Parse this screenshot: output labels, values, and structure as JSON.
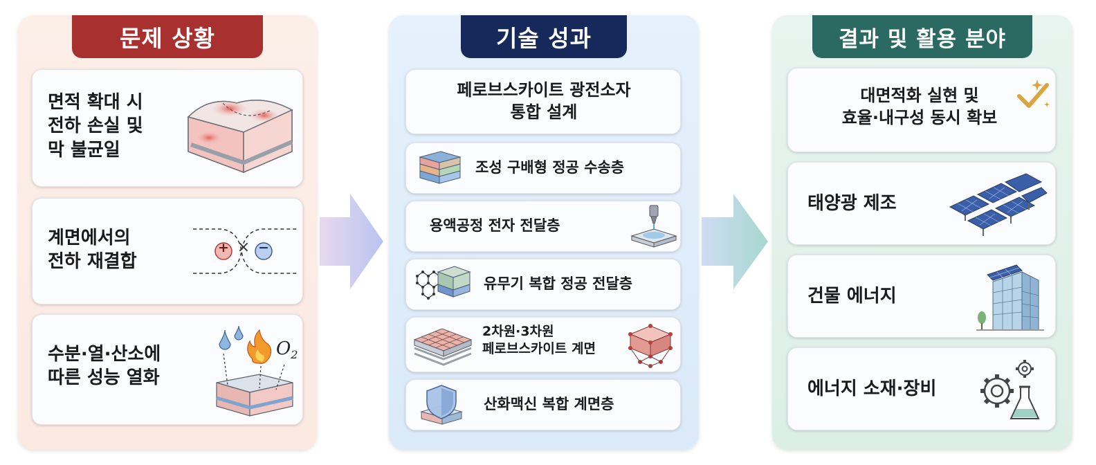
{
  "panels": {
    "problem": {
      "title": "문제 상황",
      "items": [
        {
          "line1": "면적 확대 시",
          "line2": "전하 손실 및",
          "line3": "막 불균일"
        },
        {
          "line1": "계면에서의",
          "line2": "전하 재결합"
        },
        {
          "line1": "수분·열·산소에",
          "line2": "따른 성능 열화"
        }
      ],
      "o2_label": "O",
      "o2_sub": "2",
      "plus": "+",
      "minus": "−",
      "cross": "×"
    },
    "tech": {
      "title": "기술 성과",
      "header": {
        "line1": "페로브스카이트 광전소자",
        "line2": "통합 설계"
      },
      "items": [
        {
          "label": "조성 구배형 정공 수송층"
        },
        {
          "label": "용액공정 전자 전달층"
        },
        {
          "label": "유무기 복합 정공 전달층"
        },
        {
          "line1": "2차원·3차원",
          "line2": "페로브스카이트 계면"
        },
        {
          "label": "산화맥신 복합 계면층"
        }
      ]
    },
    "result": {
      "title": "결과 및 활용 분야",
      "header": {
        "line1": "대면적화 실현 및",
        "line2": "효율·내구성 동시 확보"
      },
      "items": [
        {
          "label": "태양광 제조"
        },
        {
          "label": "건물 에너지"
        },
        {
          "label": "에너지 소재·장비"
        }
      ]
    }
  },
  "colors": {
    "problem_accent": "#a8302e",
    "tech_accent": "#17285a",
    "result_accent": "#2a6a62",
    "arrow": "#c9c6f0"
  }
}
